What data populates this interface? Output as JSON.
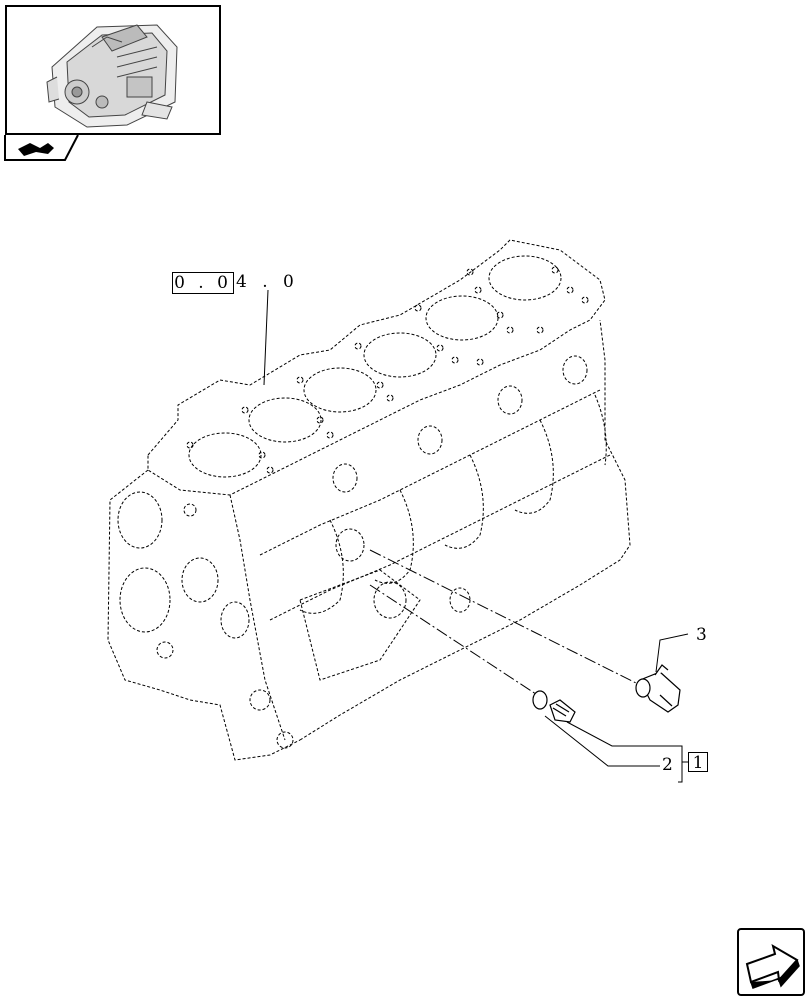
{
  "diagram": {
    "reference_label": "0 . 0",
    "reference_suffix": "4 . 0",
    "callouts": {
      "item_3": "3",
      "item_2": "2",
      "group_box": "1"
    }
  },
  "icons": {
    "thumbnail": "engine-thumbnail-icon",
    "section_tab": "section-tab-icon",
    "next_page": "next-page-arrow-icon"
  }
}
